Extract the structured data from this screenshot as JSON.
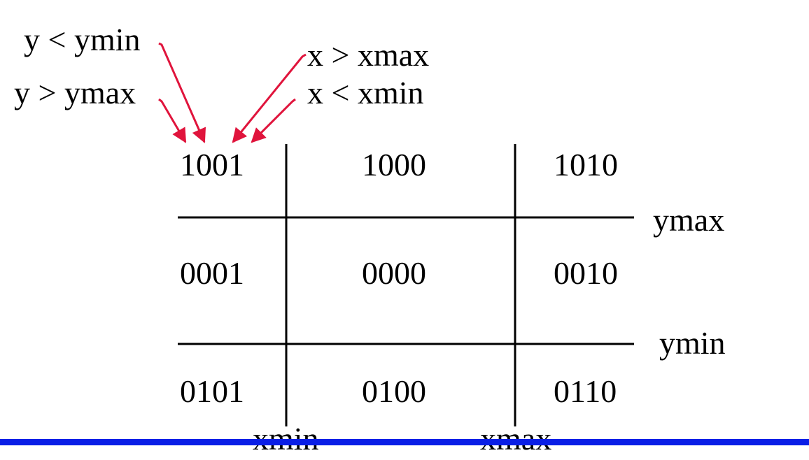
{
  "colors": {
    "background": "#ffffff",
    "grid_lines": "#000000",
    "arrows": "#e0143c",
    "bottom_rule": "#0a1ee6",
    "text": "#000000"
  },
  "annotations": {
    "y_less_ymin": "y < ymin",
    "y_greater_ymax": "y > ymax",
    "x_greater_xmax": "x > xmax",
    "x_less_xmin": "x < xmin"
  },
  "regions": {
    "top_left": "1001",
    "top_center": "1000",
    "top_right": "1010",
    "middle_left": "0001",
    "middle_center": "0000",
    "middle_right": "0010",
    "bottom_left": "0101",
    "bottom_center": "0100",
    "bottom_right": "0110"
  },
  "boundaries": {
    "ymax": "ymax",
    "ymin": "ymin",
    "xmin": "xmin",
    "xmax": "xmax"
  }
}
